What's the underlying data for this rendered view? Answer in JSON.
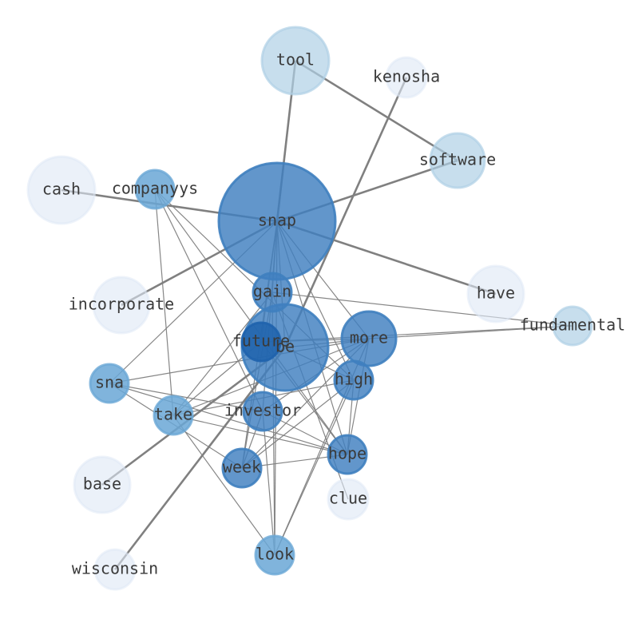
{
  "diagram": {
    "colors": {
      "edge": "#808080",
      "pale": "#dde8f5",
      "light": "#afd0e6",
      "mid": "#6aa7d6",
      "strong": "#3f7fbf",
      "deep": "#1f63ad"
    },
    "nodes": [
      {
        "id": "tool",
        "label": "tool",
        "tone": "light"
      },
      {
        "id": "kenosha",
        "label": "kenosha",
        "tone": "pale"
      },
      {
        "id": "software",
        "label": "software",
        "tone": "light"
      },
      {
        "id": "cash",
        "label": "cash",
        "tone": "pale"
      },
      {
        "id": "companyys",
        "label": "companyys",
        "tone": "mid"
      },
      {
        "id": "snap",
        "label": "snap",
        "tone": "strong"
      },
      {
        "id": "incorporate",
        "label": "incorporate",
        "tone": "pale"
      },
      {
        "id": "have",
        "label": "have",
        "tone": "pale"
      },
      {
        "id": "gain",
        "label": "gain",
        "tone": "strong"
      },
      {
        "id": "fundamental",
        "label": "fundamental",
        "tone": "light"
      },
      {
        "id": "be",
        "label": "be",
        "tone": "strong"
      },
      {
        "id": "future",
        "label": "future",
        "tone": "deep"
      },
      {
        "id": "more",
        "label": "more",
        "tone": "strong"
      },
      {
        "id": "sna",
        "label": "sna",
        "tone": "mid"
      },
      {
        "id": "high",
        "label": "high",
        "tone": "strong"
      },
      {
        "id": "take",
        "label": "take",
        "tone": "mid"
      },
      {
        "id": "investor",
        "label": "investor",
        "tone": "strong"
      },
      {
        "id": "hope",
        "label": "hope",
        "tone": "strong"
      },
      {
        "id": "week",
        "label": "week",
        "tone": "strong"
      },
      {
        "id": "base",
        "label": "base",
        "tone": "pale"
      },
      {
        "id": "clue",
        "label": "clue",
        "tone": "pale"
      },
      {
        "id": "wisconsin",
        "label": "wisconsin",
        "tone": "pale"
      },
      {
        "id": "look",
        "label": "look",
        "tone": "mid"
      }
    ],
    "edges": [
      {
        "source": "tool",
        "target": "snap",
        "weight": 2
      },
      {
        "source": "tool",
        "target": "software",
        "weight": 2
      },
      {
        "source": "kenosha",
        "target": "be",
        "weight": 2
      },
      {
        "source": "software",
        "target": "snap",
        "weight": 2
      },
      {
        "source": "cash",
        "target": "snap",
        "weight": 2
      },
      {
        "source": "snap",
        "target": "have",
        "weight": 2
      },
      {
        "source": "snap",
        "target": "incorporate",
        "weight": 2
      },
      {
        "source": "snap",
        "target": "gain",
        "weight": 1
      },
      {
        "source": "snap",
        "target": "future",
        "weight": 1
      },
      {
        "source": "snap",
        "target": "be",
        "weight": 1
      },
      {
        "source": "snap",
        "target": "more",
        "weight": 1
      },
      {
        "source": "snap",
        "target": "high",
        "weight": 1
      },
      {
        "source": "snap",
        "target": "investor",
        "weight": 1
      },
      {
        "source": "snap",
        "target": "hope",
        "weight": 1
      },
      {
        "source": "snap",
        "target": "week",
        "weight": 1
      },
      {
        "source": "snap",
        "target": "look",
        "weight": 1
      },
      {
        "source": "snap",
        "target": "sna",
        "weight": 1
      },
      {
        "source": "companyys",
        "target": "take",
        "weight": 1
      },
      {
        "source": "companyys",
        "target": "investor",
        "weight": 1
      },
      {
        "source": "companyys",
        "target": "high",
        "weight": 1
      },
      {
        "source": "companyys",
        "target": "hope",
        "weight": 1
      },
      {
        "source": "gain",
        "target": "fundamental",
        "weight": 1
      },
      {
        "source": "gain",
        "target": "take",
        "weight": 1
      },
      {
        "source": "gain",
        "target": "clue",
        "weight": 1
      },
      {
        "source": "gain",
        "target": "look",
        "weight": 1
      },
      {
        "source": "gain",
        "target": "week",
        "weight": 1
      },
      {
        "source": "future",
        "target": "fundamental",
        "weight": 1
      },
      {
        "source": "future",
        "target": "more",
        "weight": 1
      },
      {
        "source": "future",
        "target": "hope",
        "weight": 1
      },
      {
        "source": "future",
        "target": "take",
        "weight": 1
      },
      {
        "source": "be",
        "target": "base",
        "weight": 2
      },
      {
        "source": "be",
        "target": "wisconsin",
        "weight": 2
      },
      {
        "source": "be",
        "target": "more",
        "weight": 1
      },
      {
        "source": "be",
        "target": "high",
        "weight": 1
      },
      {
        "source": "more",
        "target": "fundamental",
        "weight": 1
      },
      {
        "source": "more",
        "target": "take",
        "weight": 1
      },
      {
        "source": "more",
        "target": "investor",
        "weight": 1
      },
      {
        "source": "more",
        "target": "hope",
        "weight": 1
      },
      {
        "source": "more",
        "target": "week",
        "weight": 1
      },
      {
        "source": "more",
        "target": "look",
        "weight": 1
      },
      {
        "source": "more",
        "target": "sna",
        "weight": 1
      },
      {
        "source": "high",
        "target": "take",
        "weight": 1
      },
      {
        "source": "high",
        "target": "hope",
        "weight": 1
      },
      {
        "source": "high",
        "target": "look",
        "weight": 1
      },
      {
        "source": "high",
        "target": "week",
        "weight": 1
      },
      {
        "source": "sna",
        "target": "hope",
        "weight": 1
      },
      {
        "source": "sna",
        "target": "investor",
        "weight": 1
      },
      {
        "source": "sna",
        "target": "week",
        "weight": 1
      },
      {
        "source": "take",
        "target": "look",
        "weight": 1
      },
      {
        "source": "take",
        "target": "hope",
        "weight": 1
      },
      {
        "source": "investor",
        "target": "hope",
        "weight": 1
      },
      {
        "source": "investor",
        "target": "look",
        "weight": 1
      },
      {
        "source": "week",
        "target": "hope",
        "weight": 1
      },
      {
        "source": "investor",
        "target": "week",
        "weight": 1
      }
    ]
  }
}
